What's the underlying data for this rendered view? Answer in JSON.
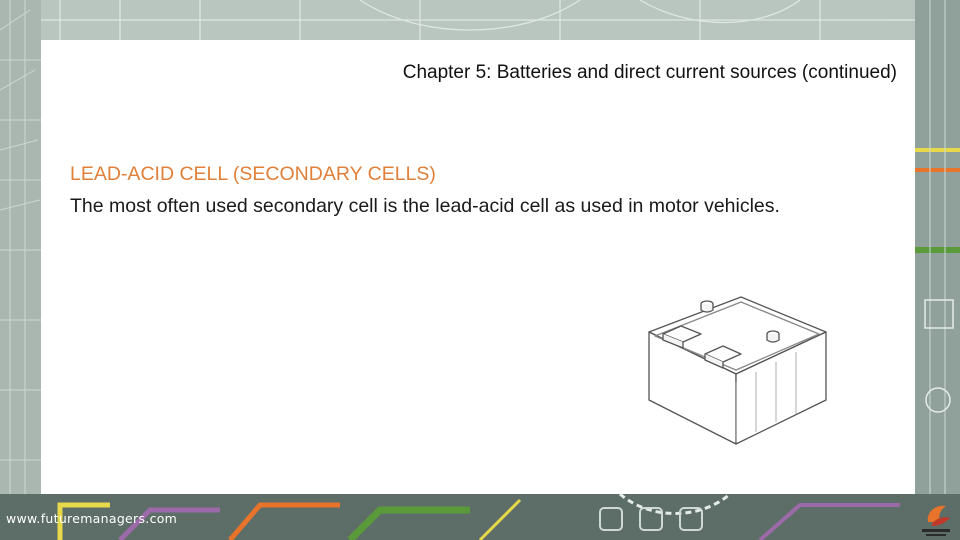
{
  "slide": {
    "title": "Chapter 5: Batteries and direct current sources (continued)",
    "heading": "LEAD-ACID CELL (SECONDARY CELLS)",
    "body": "The most often used secondary cell is the lead-acid cell as used in motor vehicles."
  },
  "footer": {
    "url": "www.futuremanagers.com"
  },
  "colors": {
    "heading": "#e0803a",
    "background": "#7a8a84",
    "card": "#ffffff",
    "accent_orange": "#e8732a",
    "circuit_green": "#5a9a3a",
    "circuit_yellow": "#e7d94a",
    "circuit_purple": "#9c6aa8"
  },
  "icons": {
    "battery": "car-battery-illustration",
    "logo": "future-managers-logo"
  }
}
